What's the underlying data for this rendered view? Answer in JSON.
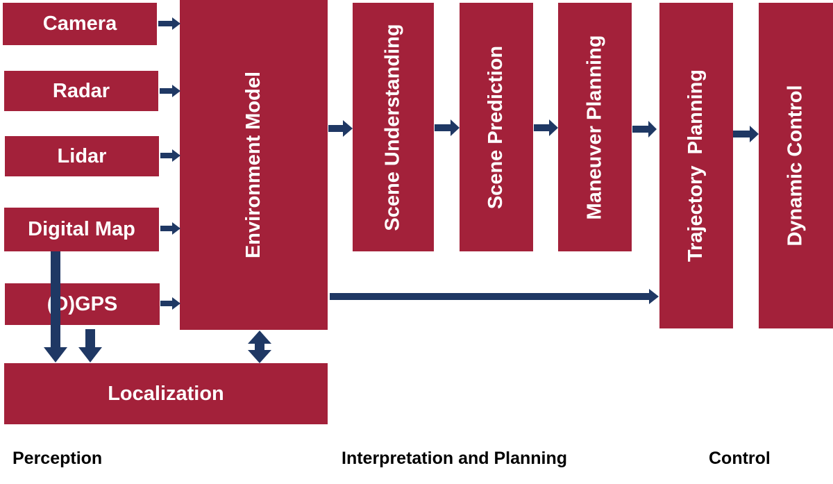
{
  "colors": {
    "box_fill": "#a3213a",
    "box_text": "#ffffff",
    "arrow": "#1f3864",
    "label_text": "#000000"
  },
  "inputs": {
    "camera": "Camera",
    "radar": "Radar",
    "lidar": "Lidar",
    "digital_map": "Digital Map",
    "dgps": "(D)GPS"
  },
  "modules": {
    "environment_model": "Environment Model",
    "localization": "Localization",
    "scene_understanding": "Scene Understanding",
    "scene_prediction": "Scene Prediction",
    "maneuver_planning": "Maneuver Planning",
    "trajectory_planning": "Trajectory  Planning",
    "dynamic_control": "Dynamic Control"
  },
  "sections": {
    "perception": "Perception",
    "interpretation": "Interpretation and Planning",
    "control": "Control"
  }
}
